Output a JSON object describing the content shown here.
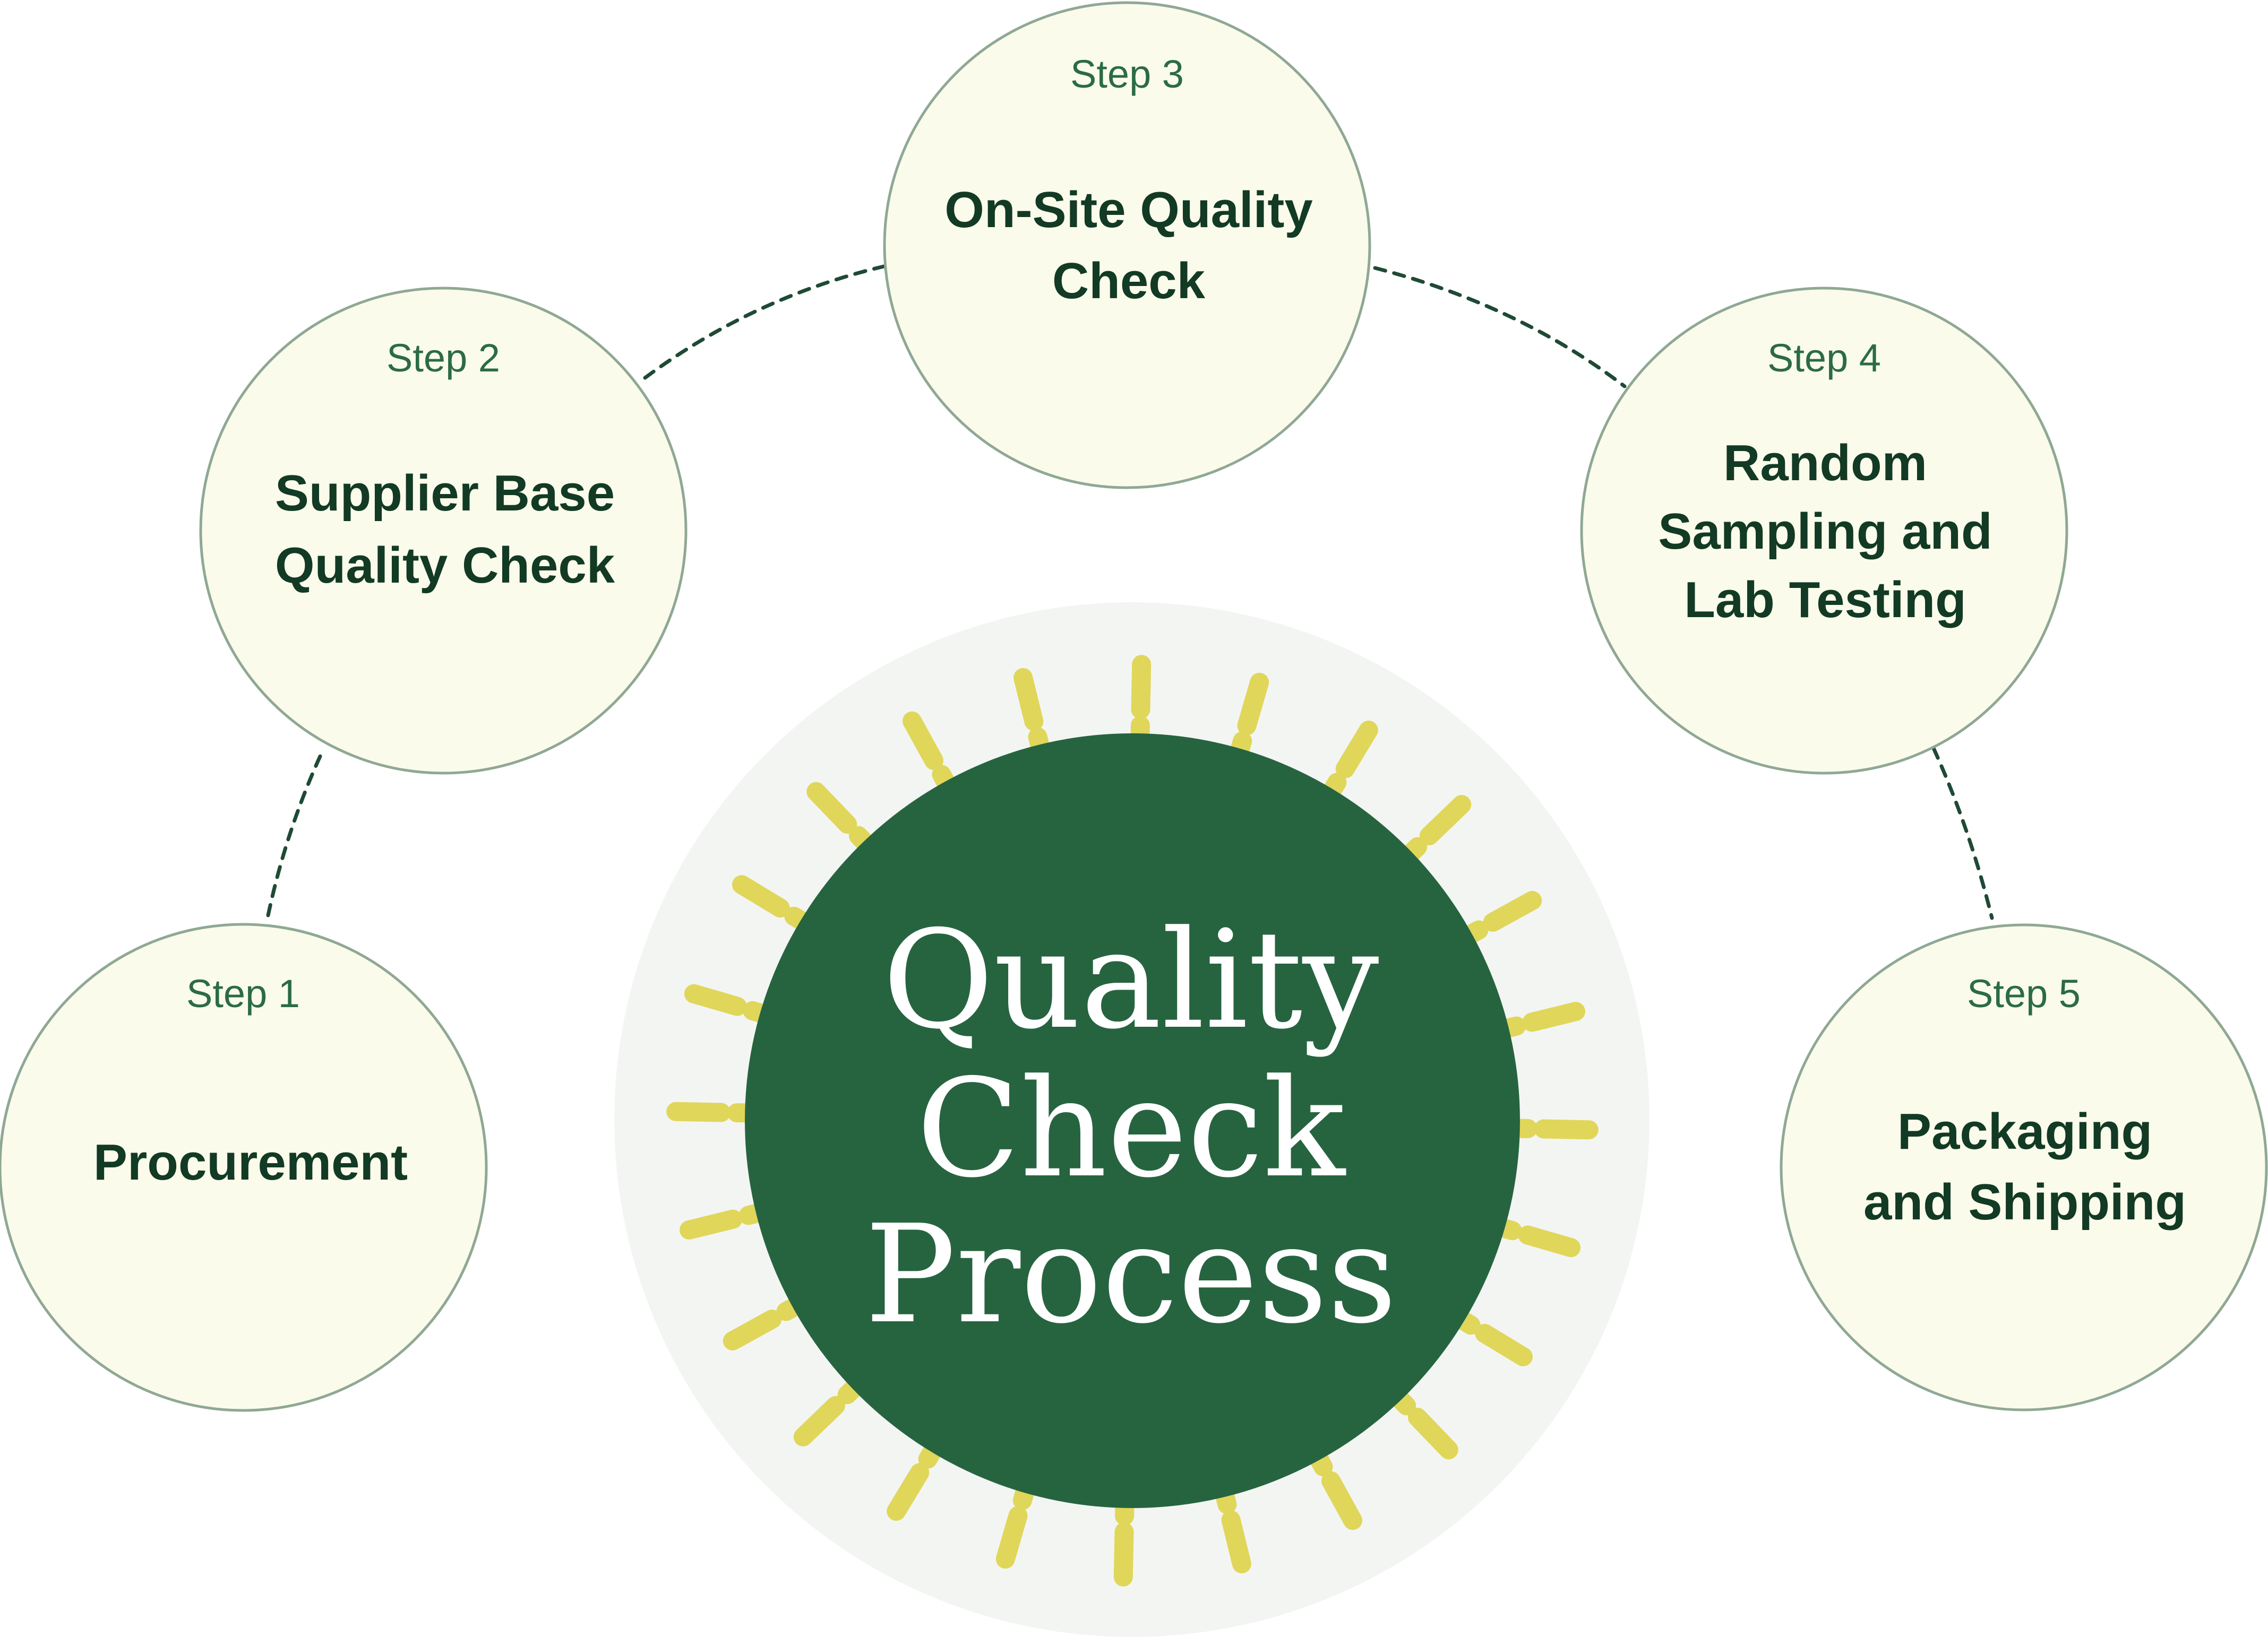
{
  "colors": {
    "step_circle_fill": "#fbfbeb",
    "step_circle_stroke": "#8fa894",
    "step_label": "#2b6b45",
    "step_title": "#123a24",
    "connector": "#1f4a35",
    "halo_fill": "#f3f5f3",
    "center_fill": "#266440",
    "center_text": "#ffffff",
    "ray": "#e0d65a"
  },
  "center": {
    "lines": [
      "Quality",
      "Check",
      "Process"
    ]
  },
  "steps": [
    {
      "label": "Step 1",
      "title": [
        "Procurement"
      ]
    },
    {
      "label": "Step 2",
      "title": [
        "Supplier Base",
        "Quality Check"
      ]
    },
    {
      "label": "Step 3",
      "title": [
        "On-Site Quality",
        "Check"
      ]
    },
    {
      "label": "Step 4",
      "title": [
        "Random",
        "Sampling and",
        "Lab Testing"
      ]
    },
    {
      "label": "Step 5",
      "title": [
        "Packaging",
        "and Shipping"
      ]
    }
  ]
}
